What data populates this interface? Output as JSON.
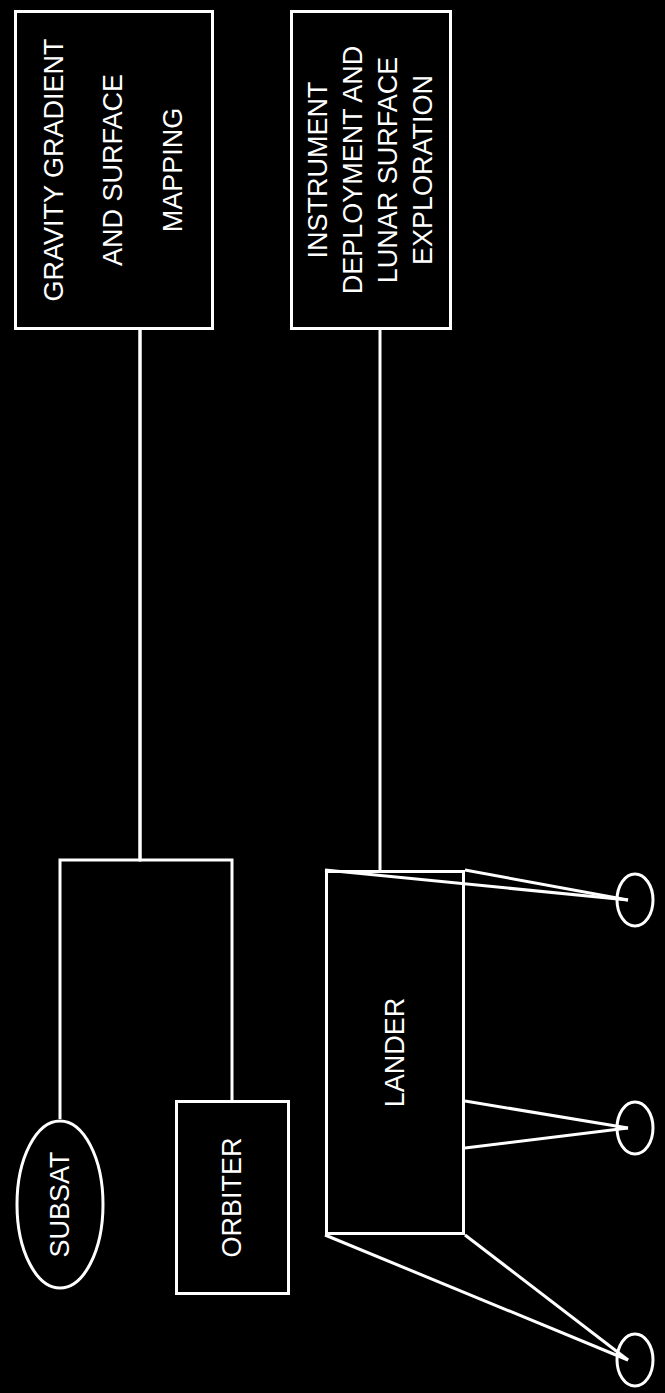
{
  "diagram": {
    "nodes": [
      {
        "text": [
          "SUBSAT"
        ]
      },
      {
        "text": [
          "ORBITER"
        ]
      },
      {
        "text": [
          "LANDER"
        ]
      },
      {
        "text": [
          "GRAVITY GRADIENT AND SURFACE MAPPING"
        ]
      },
      {
        "text": [
          "INSTRUMENT DEPLOYMENT AND LUNAR SURFACE EXPLORATION"
        ]
      }
    ],
    "edges": [
      {
        "from": 0,
        "to": 3,
        "arrow": "none"
      },
      {
        "from": 1,
        "to": 3,
        "arrow": "none"
      },
      {
        "from": 2,
        "to": 4,
        "arrow": "none"
      }
    ]
  }
}
